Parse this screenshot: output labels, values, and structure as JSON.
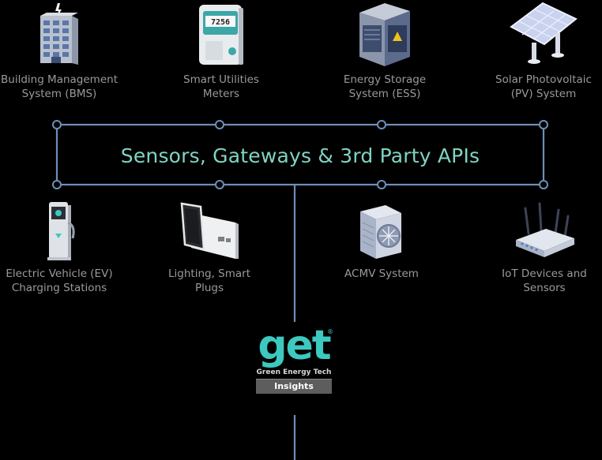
{
  "hub": {
    "title": "Sensors, Gateways & 3rd Party APIs"
  },
  "top_nodes": [
    {
      "label": "Building Management\nSystem (BMS)",
      "icon": "office-building-icon"
    },
    {
      "label": "Smart Utilities\nMeters",
      "icon": "utility-meter-icon",
      "meter_reading": "7256"
    },
    {
      "label": "Energy Storage\nSystem (ESS)",
      "icon": "battery-storage-cabinet-icon"
    },
    {
      "label": "Solar Photovoltaic\n(PV) System",
      "icon": "solar-panel-icon"
    }
  ],
  "bottom_nodes": [
    {
      "label": "Electric Vehicle (EV)\nCharging Stations",
      "icon": "ev-charger-icon"
    },
    {
      "label": "Lighting, Smart\nPlugs",
      "icon": "smart-switch-icon"
    },
    {
      "label": "ACMV System",
      "icon": "air-conditioner-icon"
    },
    {
      "label": "IoT Devices and\nSensors",
      "icon": "iot-router-icon"
    }
  ],
  "logo": {
    "word": "get",
    "registered": "®",
    "tagline": "Green Energy Tech",
    "badge": "Insights"
  },
  "colors": {
    "background": "#000000",
    "connector": "#6d8fb8",
    "accent_teal": "#3cc9c0",
    "label_gray": "#9a9a9a"
  }
}
